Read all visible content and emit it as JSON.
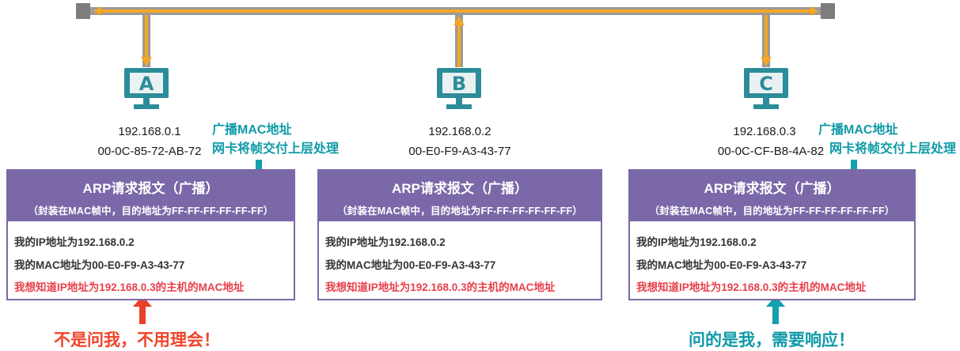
{
  "hosts": [
    {
      "letter": "A",
      "ip": "192.168.0.1",
      "mac": "00-0C-85-72-AB-72"
    },
    {
      "letter": "B",
      "ip": "192.168.0.2",
      "mac": "00-E0-F9-A3-43-77"
    },
    {
      "letter": "C",
      "ip": "192.168.0.3",
      "mac": "00-0C-CF-B8-4A-82"
    }
  ],
  "notes": {
    "a_line1": "广播MAC地址",
    "a_line2": "网卡将帧交付上层处理",
    "c_line1": "广播MAC地址",
    "c_line2": "网卡将帧交付上层处理"
  },
  "cards": [
    {
      "title": "ARP请求报文（广播）",
      "subtitle": "（封装在MAC帧中，目的地址为FF-FF-FF-FF-FF-FF）",
      "line1": "我的IP地址为192.168.0.2",
      "line2": "我的MAC地址为00-E0-F9-A3-43-77",
      "line3": "我想知道IP地址为192.168.0.3的主机的MAC地址"
    },
    {
      "title": "ARP请求报文（广播）",
      "subtitle": "（封装在MAC帧中，目的地址为FF-FF-FF-FF-FF-FF）",
      "line1": "我的IP地址为192.168.0.2",
      "line2": "我的MAC地址为00-E0-F9-A3-43-77",
      "line3": "我想知道IP地址为192.168.0.3的主机的MAC地址"
    },
    {
      "title": "ARP请求报文（广播）",
      "subtitle": "（封装在MAC帧中，目的地址为FF-FF-FF-FF-FF-FF）",
      "line1": "我的IP地址为192.168.0.2",
      "line2": "我的MAC地址为00-E0-F9-A3-43-77",
      "line3": "我想知道IP地址为192.168.0.3的主机的MAC地址"
    }
  ],
  "footers": {
    "left": "不是问我，不用理会！",
    "right": "问的是我，需要响应！"
  },
  "colors": {
    "bus": "#9a9a9a",
    "signal": "#f5a623",
    "computer": "#2c8c99",
    "card_header": "#7b68a8",
    "red_text": "#e8404c",
    "teal_text": "#0e9aa7"
  }
}
